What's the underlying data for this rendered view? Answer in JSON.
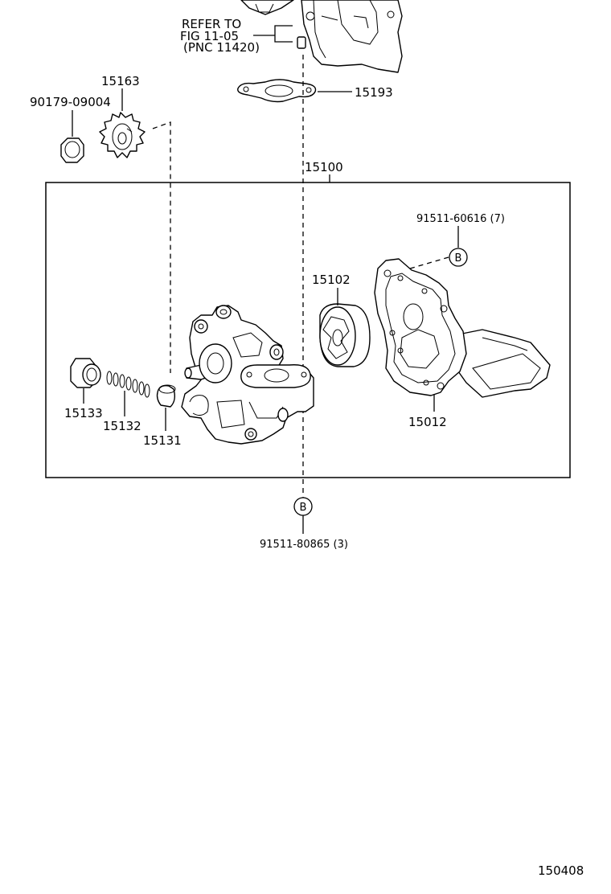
{
  "refer_note": {
    "line1": "REFER TO",
    "line2": "FIG 11-05",
    "line3": "(PNC 11420)"
  },
  "parts": {
    "p15163": "15163",
    "p90179": "90179-09004",
    "p15193": "15193",
    "p15100": "15100",
    "p91511_60616": "91511-60616 (7)",
    "p15102": "15102",
    "p15133": "15133",
    "p15132": "15132",
    "p15131": "15131",
    "p15012": "15012",
    "p91511_80865": "91511-80865 (3)"
  },
  "callouts": {
    "b_upper": "B",
    "b_lower": "B"
  },
  "figure_id": "150408"
}
